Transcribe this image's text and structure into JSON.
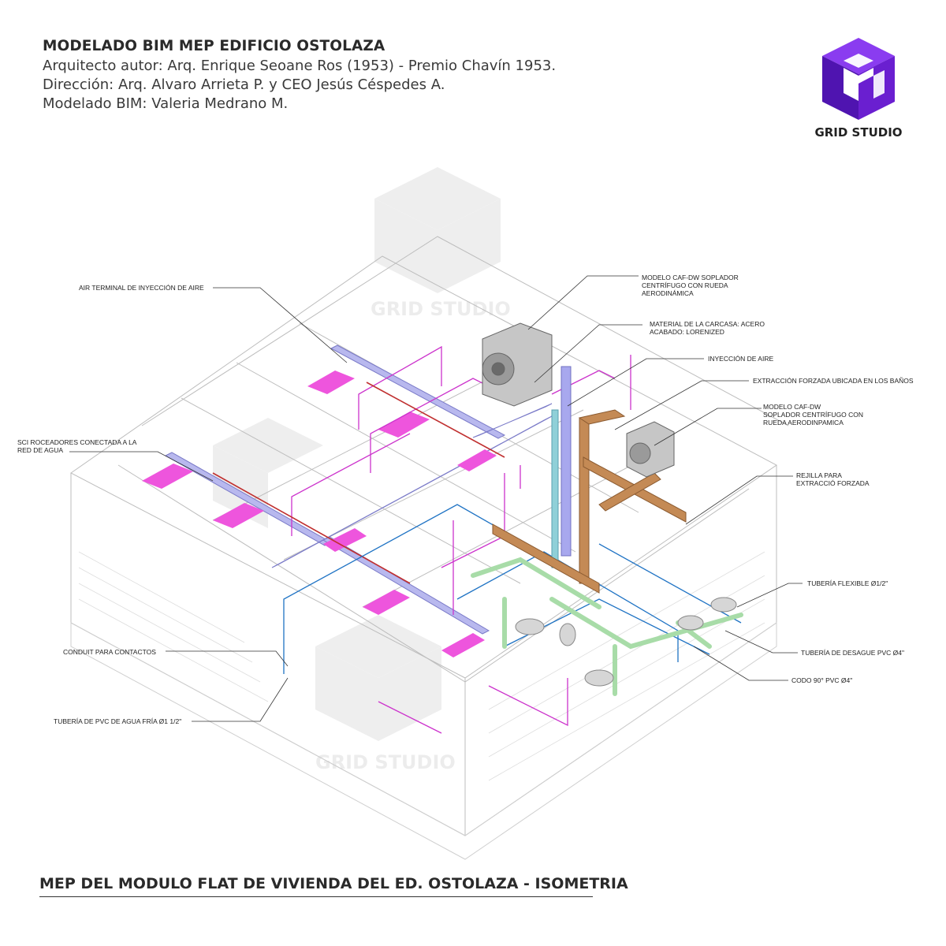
{
  "header": {
    "title": "MODELADO BIM MEP EDIFICIO OSTOLAZA",
    "lines": [
      "Arquitecto autor: Arq. Enrique Seoane Ros (1953) - Premio Chavín 1953.",
      "Dirección: Arq. Alvaro Arrieta P. y CEO Jesús Céspedes A.",
      "Modelado BIM: Valeria Medrano M."
    ]
  },
  "brand": {
    "name": "GRID STUDIO",
    "logo_icon": "cube-logo-icon",
    "color": "#6a1fd0"
  },
  "watermark": {
    "text": "GRID STUDIO"
  },
  "colors": {
    "air_duct": "#b8b8ee",
    "air_terminal": "#ee55dd",
    "sprinkler": "#cc33cc",
    "water_pipe": "#1f73c4",
    "drain_pipe": "#a8dca8",
    "extraction_duct": "#c48a55",
    "vertical_shaft": "#8fd0d8",
    "red_line": "#c03030"
  },
  "callouts": {
    "air_terminal": "AIR TERMINAL DE INYECCIÓN DE AIRE",
    "sprinklers": [
      "SCI ROCEADORES CONECTADA A LA",
      "RED DE AGUA"
    ],
    "conduit": "CONDUIT PARA CONTACTOS",
    "cold_water": "TUBERÍA DE PVC DE AGUA FRÍA Ø1 1/2\"",
    "blower_model": [
      "MODELO CAF-DW SOPLADOR",
      "CENTRÍFUGO CON RUEDA",
      "AERODINÁMICA"
    ],
    "casing": [
      "MATERIAL DE LA CARCASA: ACERO",
      "ACABADO: LORENIZED"
    ],
    "injection": "INYECCIÓN DE AIRE",
    "extraction": "EXTRACCIÓN FORZADA UBICADA EN LOS BAÑOS",
    "blower_model2": [
      "MODELO CAF-DW",
      "SOPLADOR CENTRÍFUGO CON",
      "RUEDA AERODINPAMICA"
    ],
    "grille": [
      "REJILLA PARA",
      "EXTRACCIÓ FORZADA"
    ],
    "flex_pipe": "TUBERÍA FLEXIBLE Ø1/2\"",
    "drain_pipe": "TUBERÍA DE DESAGUE PVC Ø4\"",
    "elbow": "CODO 90° PVC Ø4\""
  },
  "footer": {
    "caption": "MEP DEL MODULO FLAT DE VIVIENDA DEL ED. OSTOLAZA - ISOMETRIA"
  }
}
